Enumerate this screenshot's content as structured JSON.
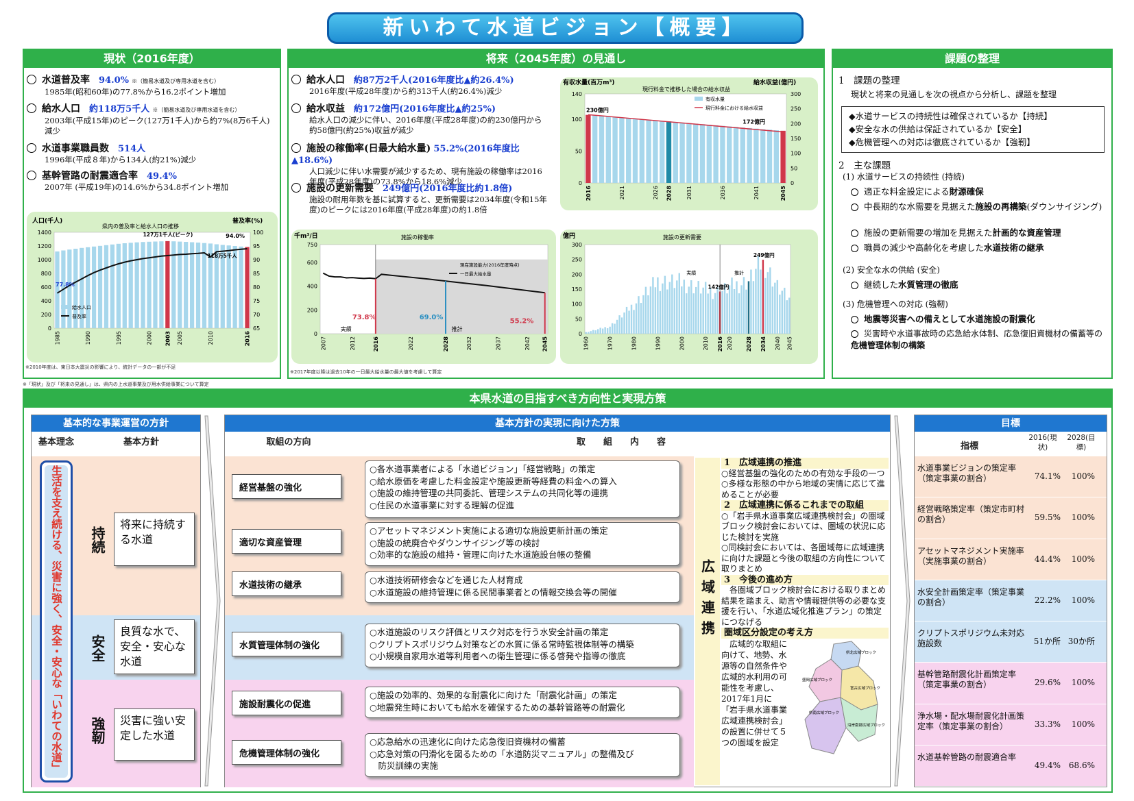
{
  "title": "新いわて水道ビジョン【概要】",
  "current": {
    "heading": "現状（2016年度）",
    "items": [
      {
        "label": "水道普及率",
        "value": "94.0%",
        "note": "※（簡易水道及び専用水道を含む）",
        "desc": "1985年(昭和60年)の77.8%から16.2ポイント増加"
      },
      {
        "label": "給水人口",
        "value": "約118万5千人",
        "note": "※（簡易水道及び専用水道を含む）",
        "desc": "2003年(平成15年)のピーク(127万1千人)から約7%(8万6千人)減少"
      },
      {
        "label": "水道事業職員数",
        "value": "514人",
        "note": "",
        "desc": "1996年(平成８年)から134人(約21%)減少"
      },
      {
        "label": "基幹管路の耐震適合率",
        "value": "49.4%",
        "note": "",
        "desc": "2007年 (平成19年)の14.6%から34.8ポイント増加"
      }
    ],
    "chart_note": "※2010年度は、東日本大震災の影響により、統計データの一部が不足",
    "footnote": "※「現状」及び「将来の見通し」は、県内の上水道事業及び用水供給事業について算定"
  },
  "future": {
    "heading": "将来（2045年度）の見通し",
    "items": [
      {
        "label": "給水人口",
        "value": "約87万2千人(2016年度比▲約26.4%)",
        "desc": "2016年度(平成28年度)から約313千人(約26.4%)減少"
      },
      {
        "label": "給水収益",
        "value": "約172億円(2016年度比▲約25%)",
        "desc": "給水人口の減少に伴い、2016年度(平成28年度)の約230億円から約58億円(約25%)収益が減少"
      },
      {
        "label": "施設の稼働率(日最大給水量)",
        "value": "55.2%(2016年度比▲18.6%)",
        "desc": "人口減少に伴い水需要が減少するため、現有施設の稼働率は2016年度(平成28年度)の73.8%から18.6%減少"
      },
      {
        "label": "施設の更新需要",
        "value": "249億円(2016年度比約1.8倍)",
        "desc": "施設の耐用年数を基に試算すると、更新需要は2034年度(令和15年度)のピークには2016年度(平成28年度)の約1.8倍"
      }
    ],
    "chart_note": "※2017年度以降は過去10年の一日最大給水量の最大値を考慮して算定"
  },
  "issues": {
    "heading": "課題の整理",
    "s1_title": "1　課題の整理",
    "s1_text": "現状と将来の見通しを次の視点から分析し、課題を整理",
    "box": [
      "◆水道サービスの持続性は確保されているか【持続】",
      "◆安全な水の供給は保証されているか【安全】",
      "◆危機管理への対応は徹底されているか【強靭】"
    ],
    "s2_title": "2　主な課題",
    "groups": [
      {
        "title": "(1) 水道サービスの持続性 (持続)",
        "items": [
          [
            "適正な料金設定による",
            "財源確保",
            ""
          ],
          [
            "中長期的な水需要を見据えた",
            "施設の再構築",
            "(ダウンサイジング)"
          ],
          [
            "施設の更新需要の増加を見据えた",
            "計画的な資産管理",
            ""
          ],
          [
            "職員の減少や高齢化を考慮した",
            "水道技術の継承",
            ""
          ]
        ]
      },
      {
        "title": "(2) 安全な水の供給 (安全)",
        "items": [
          [
            "継続した",
            "水質管理の徹底",
            ""
          ]
        ]
      },
      {
        "title": "(3) 危機管理への対応 (強靭)",
        "items": [
          [
            "",
            "地震等災害への備えとして水道施設の耐震化",
            ""
          ],
          [
            "災害時や水道事故時の応急給水体制、応急復旧資機材の備蓄等の",
            "危機管理体制の構築",
            ""
          ]
        ]
      }
    ]
  },
  "direction": {
    "heading": "本県水道の目指すべき方向性と実現方策",
    "policy_head": "基本的な事業運営の方針",
    "col_rinen": "基本理念",
    "col_houshin": "基本方針",
    "rinen": "生活を支え続ける、災害に強く、安全・安心な「いわての水道」",
    "pillars": [
      {
        "label": "持続",
        "policy": "将来に持続する水道"
      },
      {
        "label": "安全",
        "policy": "良質な水で、安全・安心な水道"
      },
      {
        "label": "強靭",
        "policy": "災害に強い安定した水道"
      }
    ],
    "measures_head": "基本方針の実現に向けた方策",
    "col_dir": "取組の方向",
    "col_content": "取　　組　　内　　容",
    "rows": [
      {
        "dir": "経営基盤の強化",
        "acts": [
          "○各水道事業者による「水道ビジョン」「経営戦略」の策定",
          "○給水原価を考慮した料金設定や施設更新等経費の料金への算入",
          "○施設の維持管理の共同委託、管理システムの共同化等の連携",
          "○住民の水道事業に対する理解の促進"
        ]
      },
      {
        "dir": "適切な資産管理",
        "acts": [
          "○アセットマネジメント実施による適切な施設更新計画の策定",
          "○施設の統廃合やダウンサイジング等の検討",
          "○効率的な施設の維持・管理に向けた水道施設台帳の整備"
        ]
      },
      {
        "dir": "水道技術の継承",
        "acts": [
          "○水道技術研修会などを通じた人材育成",
          "○水道施設の維持管理に係る民間事業者との情報交換会等の開催"
        ]
      },
      {
        "dir": "水質管理体制の強化",
        "acts": [
          "○水道施設のリスク評価とリスク対応を行う水安全計画の策定",
          "○クリプトスポリジウム対策などの水質に係る常時監視体制等の構築",
          "○小規模自家用水道等利用者への衛生管理に係る啓発や指導の徹底"
        ]
      },
      {
        "dir": "施設耐震化の促進",
        "acts": [
          "○施設の効率的、効果的な耐震化に向けた「耐震化計画」の策定",
          "○地震発生時においても給水を確保するための基幹管路等の耐震化"
        ]
      },
      {
        "dir": "危機管理体制の強化",
        "acts": [
          "○応急給水の迅速化に向けた応急復旧資機材の備蓄",
          "○応急対策の円滑化を図るための「水道防災マニュアル」の整備及び",
          "　防災訓練の実施"
        ]
      }
    ],
    "wide": {
      "label": "広域連携",
      "s1": "1　広域連携の推進",
      "s1_lines": [
        "○経営基盤の強化のための有効な手段の一つ",
        "○多様な形態の中から地域の実情に応じて進めることが必要"
      ],
      "s2": "2　広域連携に係るこれまでの取組",
      "s2_lines": [
        "○「岩手県水道事業広域連携検討会」の圏域ブロック検討会においては、圏域の状況に応じた検討を実施",
        "○同検討会においては、各圏域毎に広域連携に向けた課題と今後の取組の方向性について取りまとめ"
      ],
      "s3": "3　今後の進め方",
      "s3_lines": [
        "各圏域ブロック検討会における取りまとめ結果を踏まえ、助言や情報提供等の必要な支援を行い、「水道広域化推進プラン」の策定につなげる"
      ],
      "s4": "圏域区分設定の考え方",
      "s4_lines": [
        "広域的な取組に向けて、地勢、水源等の自然条件や広域的水利用の可能性を考慮し、2017年1月に「岩手県水道事業広域連携検討会」の設置に併せて５つの圏域を設定"
      ],
      "map_labels": [
        "県北広域ブロック",
        "盛岡広域ブロック",
        "宮古広域ブロック",
        "県南広域ブロック",
        "沿岸南部広域ブロック"
      ]
    },
    "goals_head": "目標",
    "goal_col": "指標",
    "goal_col_a": "2016(現状)",
    "goal_col_b": "2028(目標)",
    "goals": [
      {
        "name": "水道事業ビジョンの策定率（策定事業の割合）",
        "a": "74.1%",
        "b": "100%",
        "band": "#fbe3d3"
      },
      {
        "name": "経営戦略策定率（策定市町村の割合）",
        "a": "59.5%",
        "b": "100%",
        "band": "#fbe3d3"
      },
      {
        "name": "アセットマネジメント実施率（実施事業の割合）",
        "a": "44.4%",
        "b": "100%",
        "band": "#fbe3d3"
      },
      {
        "name": "水安全計画策定率（策定事業の割合）",
        "a": "22.2%",
        "b": "100%",
        "band": "#cfe4f5"
      },
      {
        "name": "クリプトスポリジウム未対応施設数",
        "a": "51か所",
        "b": "30か所",
        "band": "#cfe4f5"
      },
      {
        "name": "基幹管路耐震化計画策定率（策定事業の割合）",
        "a": "29.6%",
        "b": "100%",
        "band": "#f8d3ee"
      },
      {
        "name": "浄水場・配水場耐震化計画策定率（策定事業の割合）",
        "a": "33.3%",
        "b": "100%",
        "band": "#f8d3ee"
      },
      {
        "name": "水道基幹管路の耐震適合率",
        "a": "49.4%",
        "b": "68.6%",
        "band": "#f8d3ee"
      }
    ]
  },
  "chart_data": [
    {
      "type": "bar",
      "title": "県内の普及率と給水人口の推移",
      "ylabel": "人口(千人)",
      "y2label": "普及率(%)",
      "ylim": [
        0,
        1400
      ],
      "y2lim": [
        65,
        100
      ],
      "x_ticks": [
        "1985",
        "1990",
        "1995",
        "2000",
        "2003",
        "2005",
        "2010",
        "2016"
      ],
      "legend": [
        "給水人口",
        "普及率"
      ],
      "annotations": [
        "77.8%",
        "127万1千人(ピーク)",
        "94.0%",
        "118万5千人"
      ],
      "series": [
        {
          "name": "給水人口",
          "x": [
            1985,
            1986,
            1987,
            1988,
            1989,
            1990,
            1991,
            1992,
            1993,
            1994,
            1995,
            1996,
            1997,
            1998,
            1999,
            2000,
            2001,
            2002,
            2003,
            2004,
            2005,
            2006,
            2007,
            2008,
            2009,
            2010,
            2011,
            2012,
            2013,
            2014,
            2015,
            2016
          ],
          "values": [
            1120,
            1135,
            1148,
            1160,
            1172,
            1182,
            1192,
            1202,
            1212,
            1222,
            1232,
            1240,
            1247,
            1253,
            1258,
            1262,
            1265,
            1268,
            1271,
            1268,
            1264,
            1260,
            1255,
            1250,
            1243,
            1236,
            1225,
            1216,
            1208,
            1200,
            1192,
            1185
          ]
        },
        {
          "name": "普及率",
          "x": [
            1985,
            1986,
            1987,
            1988,
            1989,
            1990,
            1991,
            1992,
            1993,
            1994,
            1995,
            1996,
            1997,
            1998,
            1999,
            2000,
            2001,
            2002,
            2003,
            2004,
            2005,
            2006,
            2007,
            2008,
            2009,
            2010,
            2011,
            2012,
            2013,
            2014,
            2015,
            2016
          ],
          "values": [
            77.8,
            79.2,
            80.6,
            81.8,
            83.0,
            84.2,
            85.3,
            86.2,
            87.0,
            87.8,
            88.5,
            89.1,
            89.6,
            90.0,
            90.4,
            90.7,
            91.0,
            91.3,
            91.5,
            91.7,
            91.9,
            92.0,
            92.2,
            92.3,
            92.5,
            91.0,
            92.9,
            93.1,
            93.3,
            93.6,
            93.8,
            94.0
          ]
        }
      ]
    },
    {
      "type": "bar",
      "title": "現行料金で推移した場合の給水収益",
      "ylabel": "有収水量(百万m³)",
      "y2label": "給水収益(億円)",
      "ylim": [
        0,
        140
      ],
      "y2lim": [
        0,
        300
      ],
      "x_ticks": [
        "2016",
        "2021",
        "2026",
        "2028",
        "2031",
        "2036",
        "2041",
        "2045"
      ],
      "legend": [
        "有収水量",
        "現行料金における給水収益"
      ],
      "annotations": [
        "230億円",
        "172億円"
      ],
      "series": [
        {
          "name": "有収水量",
          "x": [
            2016,
            2045
          ],
          "values": [
            107,
            82
          ]
        },
        {
          "name": "現行料金における給水収益",
          "x": [
            2016,
            2045
          ],
          "values": [
            230,
            172
          ]
        }
      ]
    },
    {
      "type": "line",
      "title": "施設の稼働率",
      "ylabel": "千m³/日",
      "ylim": [
        0,
        750
      ],
      "x_ticks": [
        "2007",
        "2012",
        "2016",
        "2022",
        "2028",
        "2032",
        "2037",
        "2042",
        "2045"
      ],
      "legend": [
        "現在施設能力(2016年度時点)",
        "一日最大給水量"
      ],
      "annotations": [
        "73.8%",
        "69.0%",
        "55.2%",
        "実績",
        "推計"
      ],
      "series": [
        {
          "name": "一日最大給水量",
          "x": [
            2007,
            2008,
            2009,
            2010,
            2011,
            2012,
            2013,
            2014,
            2015,
            2016,
            2017,
            2020,
            2025,
            2030,
            2035,
            2040,
            2045
          ],
          "values": [
            510,
            485,
            478,
            478,
            470,
            472,
            468,
            465,
            468,
            463,
            500,
            485,
            460,
            432,
            405,
            375,
            345
          ]
        },
        {
          "name": "現在施設能力(2016年度時点)",
          "x": [
            2016,
            2045
          ],
          "values": [
            625,
            625
          ]
        }
      ]
    },
    {
      "type": "bar",
      "title": "施設の更新需要",
      "ylabel": "億円",
      "ylim": [
        0,
        300
      ],
      "x_ticks": [
        "1960",
        "1970",
        "1980",
        "1990",
        "2000",
        "2010",
        "2016",
        "2020",
        "2028",
        "2034",
        "2040",
        "2045"
      ],
      "legend": [
        "実績",
        "推計"
      ],
      "annotations": [
        "142億円",
        "249億円"
      ],
      "series": [
        {
          "name": "更新需要",
          "x": [
            1960,
            1970,
            1980,
            1990,
            2000,
            2010,
            2016,
            2020,
            2028,
            2034,
            2040,
            2045
          ],
          "values": [
            5,
            25,
            100,
            180,
            175,
            150,
            142,
            160,
            180,
            249,
            160,
            115
          ]
        }
      ]
    }
  ]
}
